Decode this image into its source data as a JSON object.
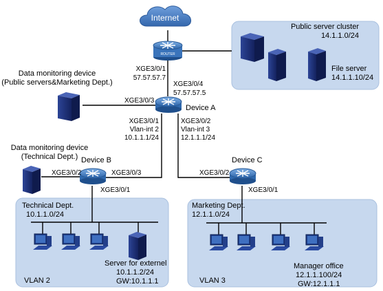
{
  "colors": {
    "zone_fill": "#c7d8ee",
    "zone_stroke": "#a9c0df",
    "cloud_fill": "#4a7fc0",
    "device_blue": "#3a78c2",
    "server_dark": "#1c2f78",
    "line": "#000000"
  },
  "internet": {
    "label": "Internet"
  },
  "router": {
    "badge": "ROUTER"
  },
  "nodes": {
    "device_a": "Device A",
    "device_b": "Device B",
    "device_c": "Device C"
  },
  "public_cluster": {
    "title": "Public server cluster",
    "subnet": "14.1.1.0/24",
    "file_server_label": "File server",
    "file_server_ip": "14.1.1.10/24"
  },
  "monitor_public": {
    "line1": "Data monitoring device",
    "line2": "(Public servers&Marketing Dept.)"
  },
  "monitor_tech": {
    "line1": "Data monitoring device",
    "line2": "(Technical Dept.)"
  },
  "ports": {
    "router_down_port": "XGE3/0/1",
    "router_down_ip": "57.57.57.7",
    "a_up_port": "XGE3/0/4",
    "a_up_ip": "57.57.57.5",
    "a_monitor_port": "XGE3/0/3",
    "a_b_port": "XGE3/0/1",
    "a_b_vlan": "Vlan-int 2",
    "a_b_ip": "10.1.1.1/24",
    "a_c_port": "XGE3/0/2",
    "a_c_vlan": "Vlan-int 3",
    "a_c_ip": "12.1.1.1/24",
    "b_monitor_port": "XGE3/0/2",
    "b_a_port": "XGE3/0/3",
    "b_down_port": "XGE3/0/1",
    "c_a_port": "XGE3/0/2",
    "c_down_port": "XGE3/0/1"
  },
  "tech_zone": {
    "title": "Technical Dept.",
    "subnet": "10.1.1.0/24",
    "vlan": "VLAN 2",
    "server_label": "Server for externel",
    "server_ip": "10.1.1.2/24",
    "server_gw": "GW:10.1.1.1"
  },
  "mkt_zone": {
    "title": "Marketing Dept.",
    "subnet": "12.1.1.0/24",
    "vlan": "VLAN 3",
    "manager_label": "Manager office",
    "manager_ip": "12.1.1.100/24",
    "manager_gw": "GW:12.1.1.1"
  }
}
